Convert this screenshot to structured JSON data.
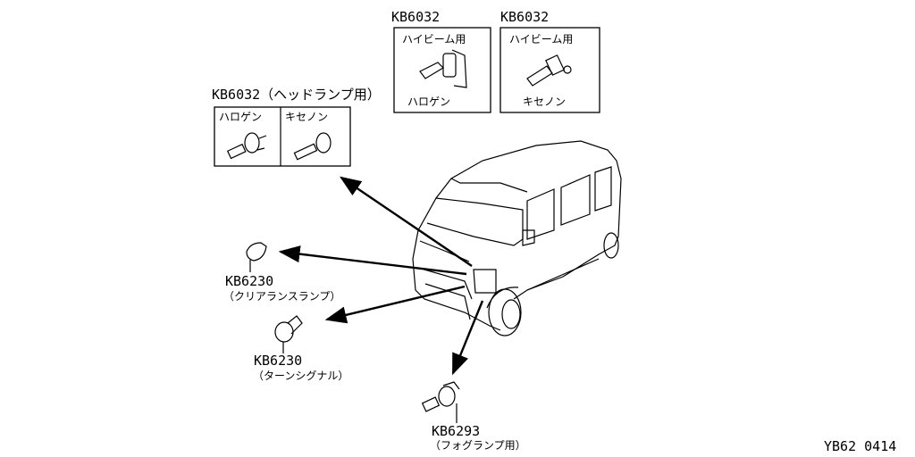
{
  "headlamp": {
    "part": "KB6032（ヘッドランプ用）",
    "halogen_label": "ハロゲン",
    "xenon_label": "キセノン"
  },
  "highbeam_halogen": {
    "part": "KB6032",
    "use": "ハイビーム用",
    "type": "ハロゲン"
  },
  "highbeam_xenon": {
    "part": "KB6032",
    "use": "ハイビーム用",
    "type": "キセノン"
  },
  "clearance": {
    "part": "KB6230",
    "desc": "（クリアランスランプ）"
  },
  "turn_signal": {
    "part": "KB6230",
    "desc": "（ターンシグナル）"
  },
  "fog": {
    "part": "KB6293",
    "desc": "（フォグランプ用）"
  },
  "diagram_code": "YB62 0414"
}
